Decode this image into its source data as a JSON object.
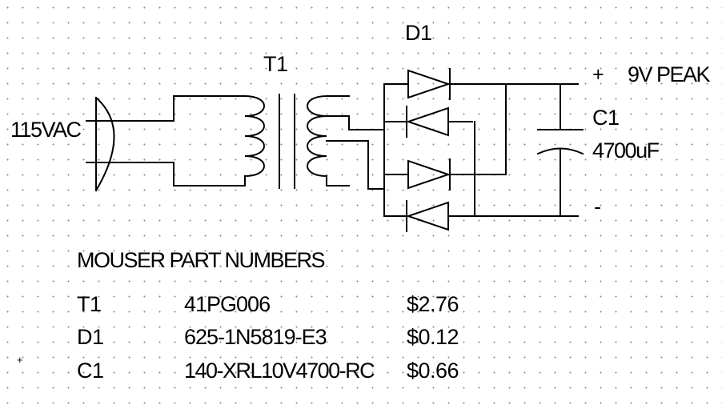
{
  "schematic": {
    "input_label": "115VAC",
    "transformer_label": "T1",
    "diode_label": "D1",
    "capacitor_ref": "C1",
    "capacitor_value": "4700uF",
    "plus_sign": "+",
    "output_label": "9V PEAK",
    "minus_sign": "-"
  },
  "parts": {
    "title": "MOUSER PART NUMBERS",
    "rows": [
      {
        "ref": "T1",
        "part": "41PG006",
        "price": "$2.76"
      },
      {
        "ref": "D1",
        "part": "625-1N5819-E3",
        "price": "$0.12"
      },
      {
        "ref": "C1",
        "part": "140-XRL10V4700-RC",
        "price": "$0.66"
      }
    ]
  },
  "cursor_mark": "+",
  "colors": {
    "background": "#ffffff",
    "grid_dots": "#8a8a8a",
    "ink": "#000000"
  }
}
